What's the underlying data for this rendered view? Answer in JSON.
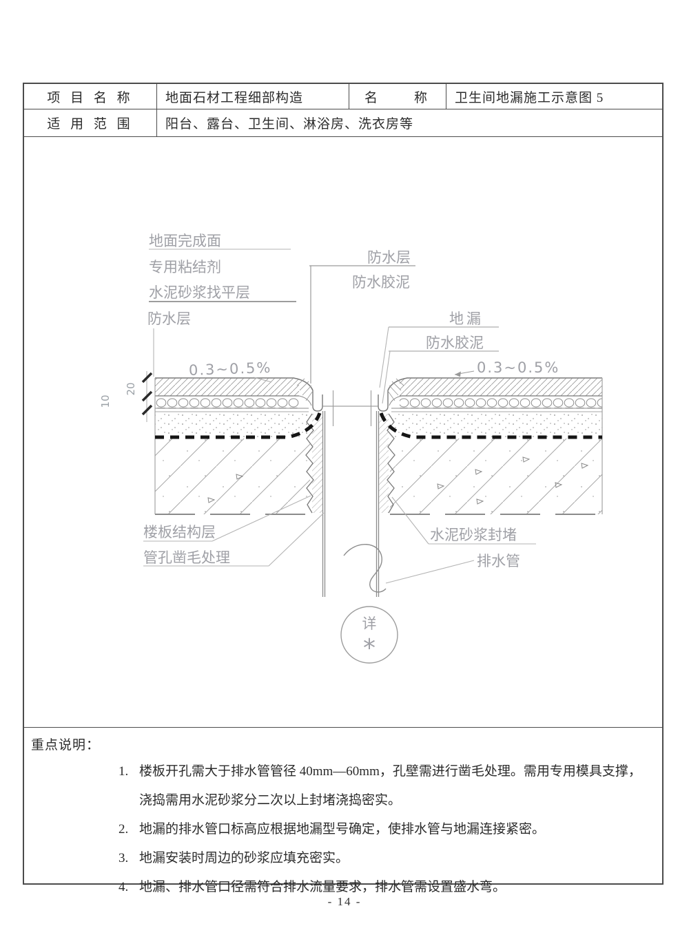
{
  "palette": {
    "paper": "#ffffff",
    "ink": "#2b2b2b",
    "line_gray": "#8c8c8c",
    "label_gray": "#9fa0a6",
    "membrane_black": "#161616"
  },
  "header": {
    "project_label": "项 目 名 称",
    "project_value": "地面石材工程细部构造",
    "name_label": "名　　称",
    "name_value": "卫生间地漏施工示意图 5",
    "scope_label": "适 用 范 围",
    "scope_value": "阳台、露台、卫生间、淋浴房、洗衣房等"
  },
  "diagram": {
    "labels": {
      "finish_surface": "地面完成面",
      "adhesive": "专用粘结剂",
      "leveling": "水泥砂浆找平层",
      "waterproof_left": "防水层",
      "waterproof_center": "防水层",
      "mastic_center": "防水胶泥",
      "floor_drain": "地漏",
      "mastic_right": "防水胶泥",
      "slope_left": "0.3~0.5%",
      "slope_right": "0.3~0.5%",
      "dim_inner": "20",
      "dim_outer": "10",
      "slab_structure": "楼板结构层",
      "hole_roughening": "管孔凿毛处理",
      "mortar_seal": "水泥砂浆封堵",
      "drain_pipe": "排水管",
      "detail_ref": "详",
      "detail_star": "*"
    }
  },
  "notes": {
    "title": "重点说明：",
    "items": [
      {
        "num": "1.",
        "line1": "楼板开孔需大于排水管管径 40mm—60mm，孔壁需进行凿毛处理。需用专用模具支撑，",
        "line2": "浇捣需用水泥砂浆分二次以上封堵浇捣密实。"
      },
      {
        "num": "2.",
        "line1": "地漏的排水管口标高应根据地漏型号确定，使排水管与地漏连接紧密。"
      },
      {
        "num": "3.",
        "line1": "地漏安装时周边的砂浆应填充密实。"
      },
      {
        "num": "4.",
        "line1": "地漏、排水管口径需符合排水流量要求，排水管需设置盛水弯。"
      }
    ]
  },
  "footer": {
    "page": "- 14 -"
  }
}
